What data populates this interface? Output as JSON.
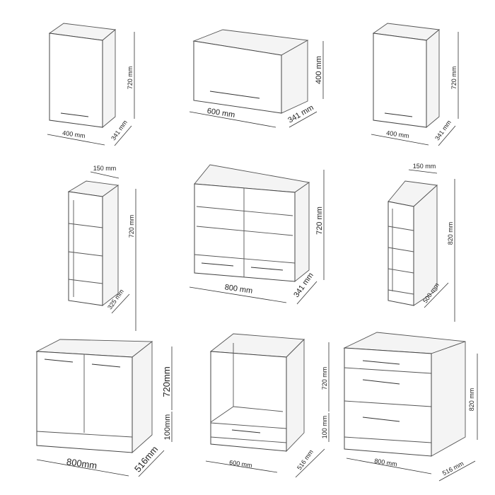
{
  "cabinets": [
    {
      "name": "wall-cabinet-400",
      "height": "720 mm",
      "width": "400 mm",
      "depth": "341 mm"
    },
    {
      "name": "wall-cabinet-flap-600",
      "height": "400 mm",
      "width": "600 mm",
      "depth": "341 mm"
    },
    {
      "name": "wall-cabinet-400-b",
      "height": "720 mm",
      "width": "400 mm",
      "depth": "341 mm"
    },
    {
      "name": "wall-shelf-150",
      "height": "720 mm",
      "width": "150 mm",
      "depth": "325 mm"
    },
    {
      "name": "glass-wall-cabinet-800",
      "height": "720 mm",
      "width": "800 mm",
      "depth": "341 mm"
    },
    {
      "name": "base-shelf-150",
      "height": "820 mm",
      "width": "150 mm",
      "depth": "500 mm"
    },
    {
      "name": "sink-base-800",
      "height": "720mm",
      "plinth": "100mm",
      "width": "800mm",
      "depth": "516mm"
    },
    {
      "name": "oven-base-600",
      "height": "720 mm",
      "plinth": "100 mm",
      "width": "600 mm",
      "depth": "516 mm"
    },
    {
      "name": "drawer-base-800",
      "height": "820 mm",
      "width": "800 mm",
      "depth": "516 mm"
    }
  ],
  "colors": {
    "line": "#444444",
    "background": "#ffffff"
  }
}
